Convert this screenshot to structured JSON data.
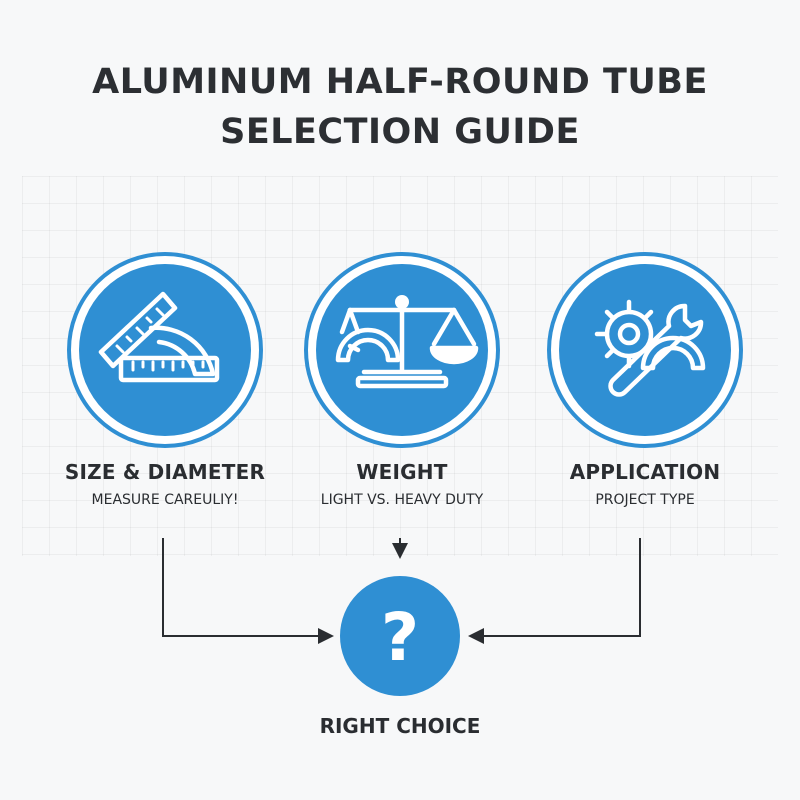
{
  "title": {
    "line1": "ALUMINUM HALF-ROUND TUBE",
    "line2": "SELECTION GUIDE"
  },
  "colors": {
    "accent": "#2f8fd3",
    "ring": "#2f8fd3",
    "text": "#2a2d31",
    "background": "#f7f8f9"
  },
  "factors": [
    {
      "icon": "ruler-protractor-icon",
      "label": "SIZE & DIAMETER",
      "sublabel": "MEASURE CAREULIY!"
    },
    {
      "icon": "balance-scale-icon",
      "label": "WEIGHT",
      "sublabel": "LIGHT VS. HEAVY DUTY"
    },
    {
      "icon": "gear-wrench-icon",
      "label": "APPLICATION",
      "sublabel": "PROJECT TYPE"
    }
  ],
  "result": {
    "icon": "question-mark-icon",
    "symbol": "?",
    "label": "RIGHT CHOICE"
  }
}
